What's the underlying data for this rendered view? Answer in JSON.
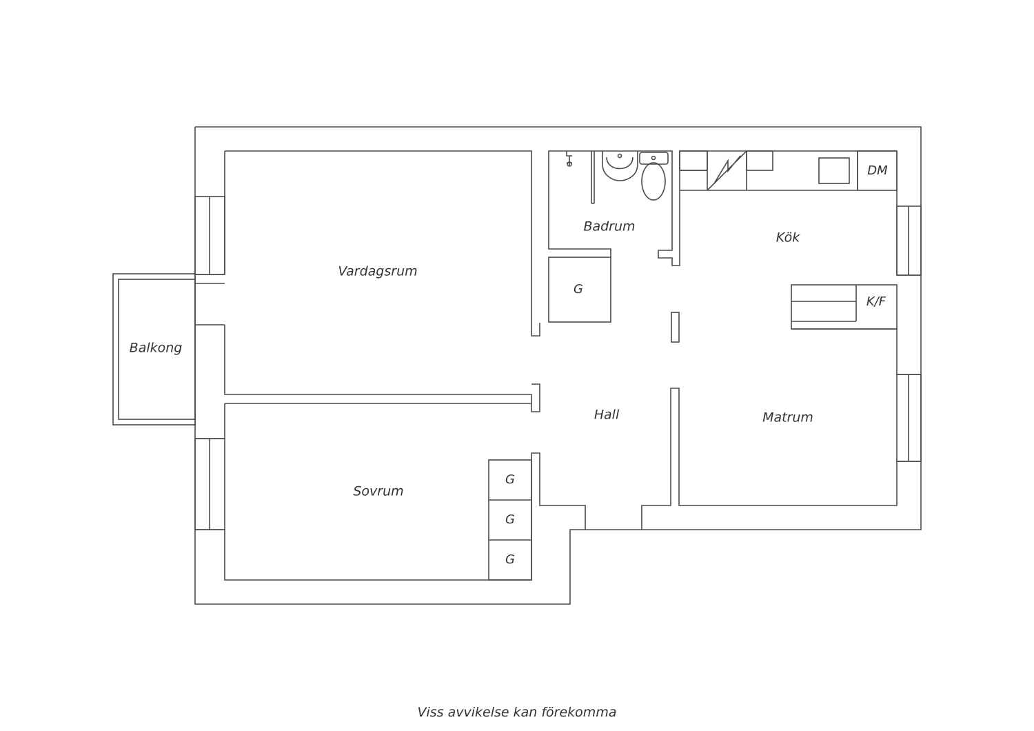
{
  "rooms": {
    "vardagsrum": "Vardagsrum",
    "balkong": "Balkong",
    "sovrum": "Sovrum",
    "badrum": "Badrum",
    "hall": "Hall",
    "kok": "Kök",
    "matrum": "Matrum"
  },
  "fixtures": {
    "closet": "G",
    "dishwasher": "DM",
    "fridge_freezer": "K/F"
  },
  "caption": "Viss avvikelse kan förekomma"
}
